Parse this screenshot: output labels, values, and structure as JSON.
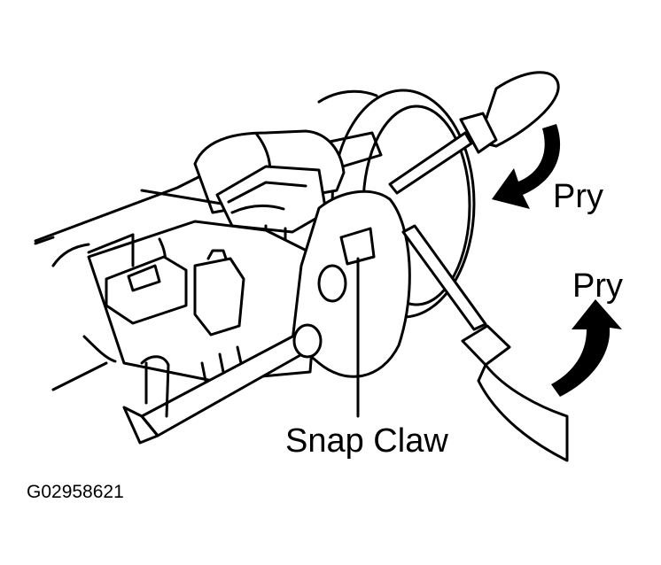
{
  "labels": {
    "pry_top": "Pry",
    "pry_bottom": "Pry",
    "snap_claw": "Snap Claw",
    "figure_code": "G02958621"
  },
  "colors": {
    "ink": "#000000",
    "paper": "#ffffff"
  }
}
